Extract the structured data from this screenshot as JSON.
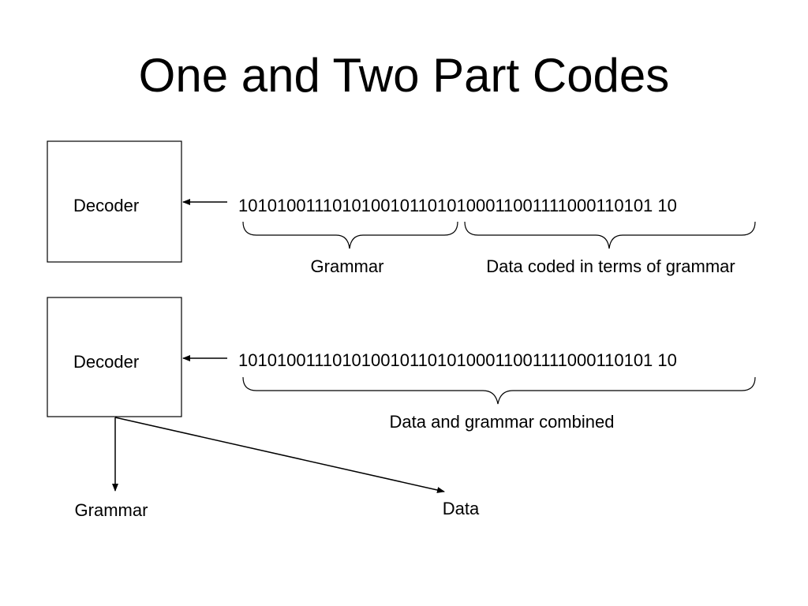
{
  "title": "One and Two Part Codes",
  "top": {
    "decoder_label": "Decoder",
    "bitstring": "10101001110101001011010100011001111000110101 10",
    "brace_left_label": "Grammar",
    "brace_right_label": "Data coded in terms of grammar"
  },
  "bottom": {
    "decoder_label": "Decoder",
    "bitstring": "10101001110101001011010100011001111000110101 10",
    "brace_label": "Data and grammar combined",
    "output_grammar_label": "Grammar",
    "output_data_label": "Data"
  },
  "colors": {
    "stroke": "#000000",
    "background": "#ffffff"
  }
}
